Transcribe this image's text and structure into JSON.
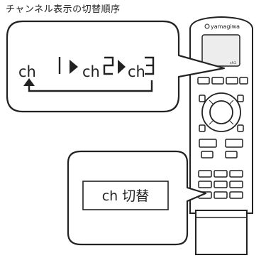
{
  "caption": "チャンネル表示の切替順序",
  "sequence": {
    "items": [
      {
        "prefix": "ch",
        "digit": "1"
      },
      {
        "prefix": "ch",
        "digit": "2"
      },
      {
        "prefix": "ch",
        "digit": "3"
      }
    ]
  },
  "remote": {
    "brand": "yamagiwa",
    "display_value": "ch1"
  },
  "button_callout": {
    "label": "ch 切替"
  }
}
